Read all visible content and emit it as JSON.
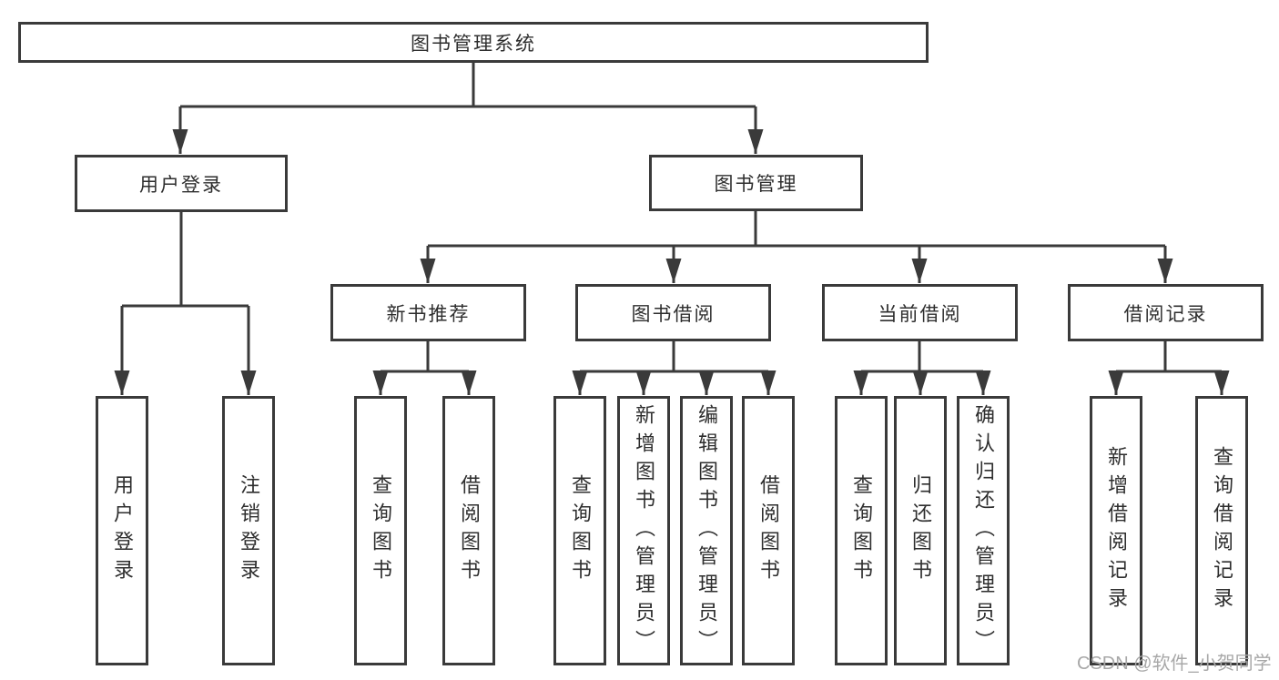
{
  "page": {
    "background": "#ffffff",
    "line_color": "#3a3a3a",
    "text_color": "#2e2e2e"
  },
  "watermark": {
    "text": "CSDN @软件_小贺同学",
    "color": "#a8a8a8"
  },
  "diagram": {
    "root": {
      "label": "图书管理系统"
    },
    "level2": [
      {
        "label": "用户登录"
      },
      {
        "label": "图书管理"
      }
    ],
    "level3": [
      {
        "label": "新书推荐",
        "parent": "图书管理"
      },
      {
        "label": "图书借阅",
        "parent": "图书管理"
      },
      {
        "label": "当前借阅",
        "parent": "图书管理"
      },
      {
        "label": "借阅记录",
        "parent": "图书管理"
      }
    ],
    "leaves": [
      {
        "label": "用户登录",
        "parent": "用户登录"
      },
      {
        "label": "注销登录",
        "parent": "用户登录"
      },
      {
        "label": "查询图书",
        "parent": "新书推荐"
      },
      {
        "label": "借阅图书",
        "parent": "新书推荐"
      },
      {
        "label": "查询图书",
        "parent": "图书借阅"
      },
      {
        "label": "新增图书（管理员）",
        "parent": "图书借阅"
      },
      {
        "label": "编辑图书（管理员）",
        "parent": "图书借阅"
      },
      {
        "label": "借阅图书",
        "parent": "图书借阅"
      },
      {
        "label": "查询图书",
        "parent": "当前借阅"
      },
      {
        "label": "归还图书",
        "parent": "当前借阅"
      },
      {
        "label": "确认归还（管理员）",
        "parent": "当前借阅"
      },
      {
        "label": "新增借阅记录",
        "parent": "借阅记录"
      },
      {
        "label": "查询借阅记录",
        "parent": "借阅记录"
      }
    ]
  }
}
